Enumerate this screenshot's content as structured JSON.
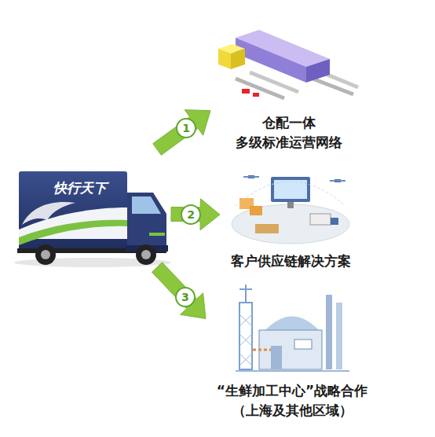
{
  "diagram": {
    "nodes": [
      {
        "text": [
          "快行天下"
        ]
      },
      {
        "text": [
          "仓配一体 多级标准运营网络"
        ]
      },
      {
        "text": [
          "客户供应链解决方案"
        ]
      },
      {
        "text": [
          "“生鲜加工中心”战略合作 （上海及其他区域）"
        ]
      }
    ],
    "edges": [
      {
        "from": 0,
        "to": 1,
        "arrow": "to",
        "label": "1"
      },
      {
        "from": 0,
        "to": 2,
        "arrow": "to",
        "label": "2"
      },
      {
        "from": 0,
        "to": 3,
        "arrow": "to",
        "label": "3"
      }
    ]
  }
}
